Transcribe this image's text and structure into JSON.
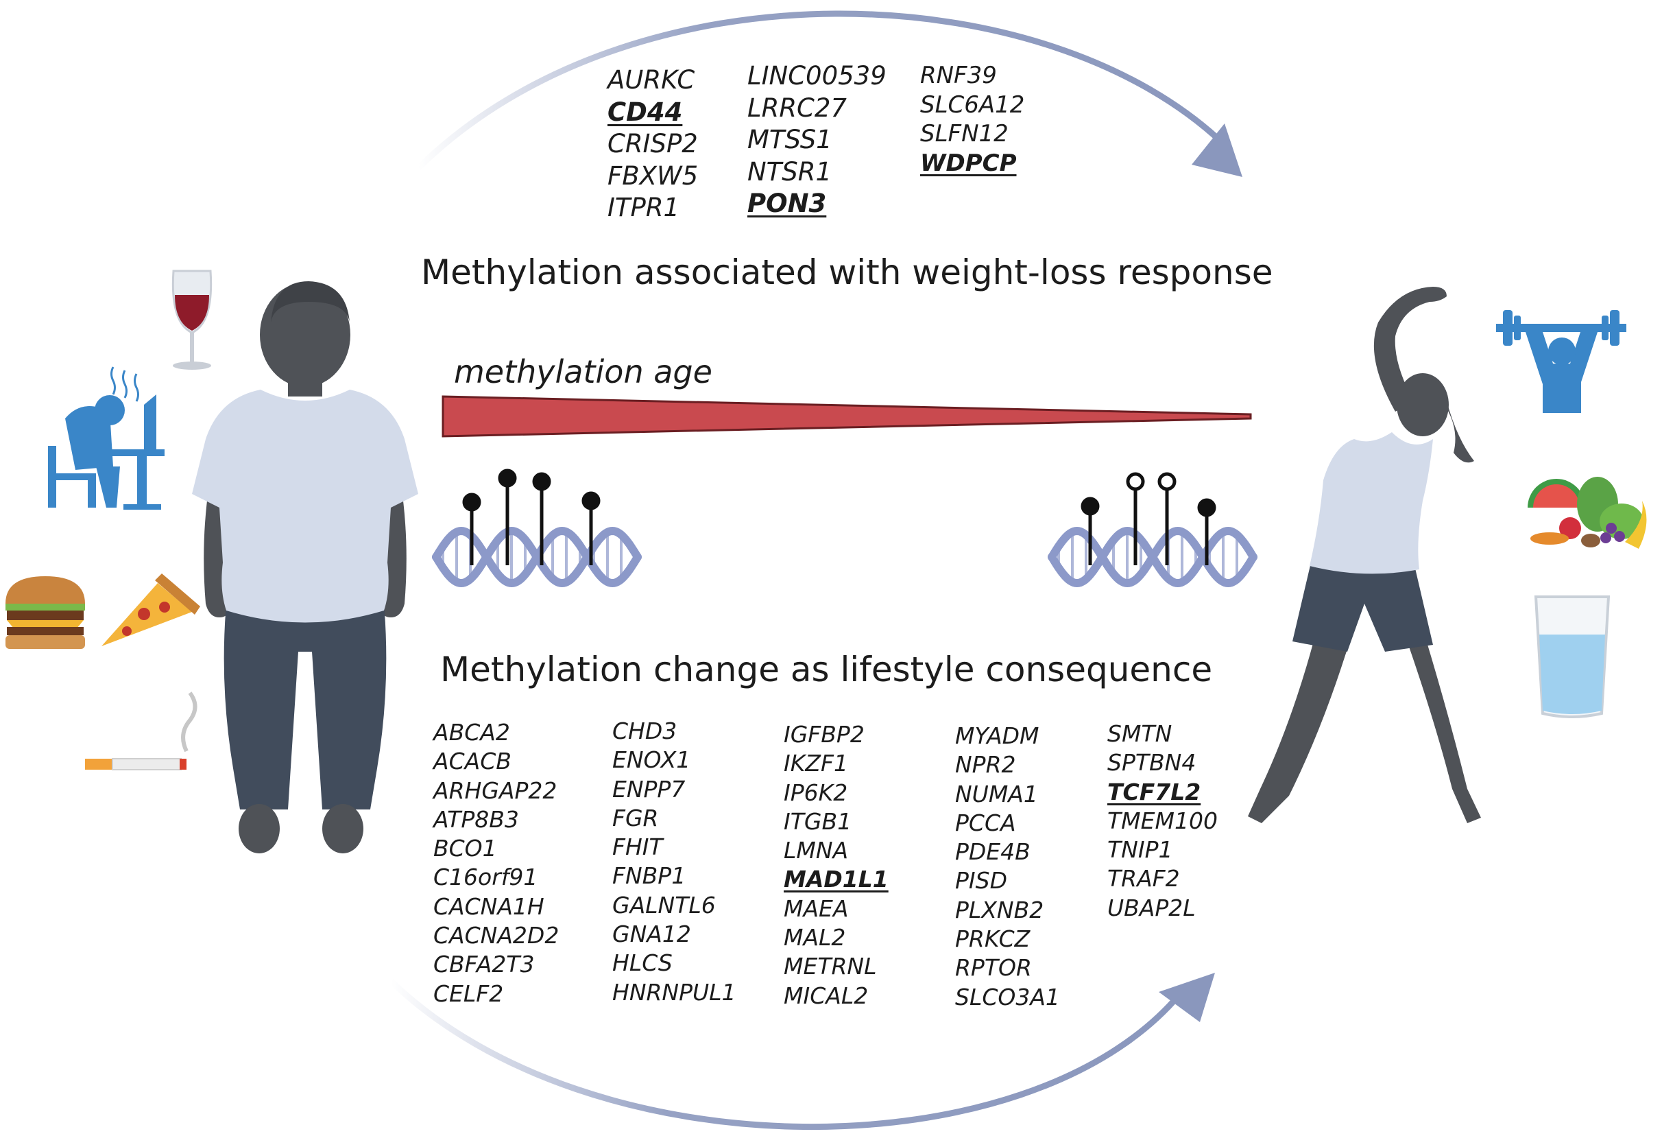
{
  "headings": {
    "weight_loss": "Methylation associated with weight-loss response",
    "lifestyle": "Methylation change as lifestyle consequence",
    "age": "methylation age"
  },
  "top_genes": [
    [
      {
        "name": "AURKC",
        "highlight": false
      },
      {
        "name": "CD44",
        "highlight": true
      },
      {
        "name": "CRISP2",
        "highlight": false
      },
      {
        "name": "FBXW5",
        "highlight": false
      },
      {
        "name": "ITPR1",
        "highlight": false
      }
    ],
    [
      {
        "name": "LINC00539",
        "highlight": false
      },
      {
        "name": "LRRC27",
        "highlight": false
      },
      {
        "name": "MTSS1",
        "highlight": false
      },
      {
        "name": "NTSR1",
        "highlight": false
      },
      {
        "name": "PON3",
        "highlight": true
      }
    ],
    [
      {
        "name": "RNF39",
        "highlight": false
      },
      {
        "name": "SLC6A12",
        "highlight": false
      },
      {
        "name": "SLFN12",
        "highlight": false
      },
      {
        "name": "WDPCP",
        "highlight": true
      }
    ]
  ],
  "bottom_genes": [
    [
      {
        "name": "ABCA2",
        "highlight": false
      },
      {
        "name": "ACACB",
        "highlight": false
      },
      {
        "name": "ARHGAP22",
        "highlight": false
      },
      {
        "name": "ATP8B3",
        "highlight": false
      },
      {
        "name": "BCO1",
        "highlight": false
      },
      {
        "name": "C16orf91",
        "highlight": false
      },
      {
        "name": "CACNA1H",
        "highlight": false
      },
      {
        "name": "CACNA2D2",
        "highlight": false
      },
      {
        "name": "CBFA2T3",
        "highlight": false
      },
      {
        "name": "CELF2",
        "highlight": false
      }
    ],
    [
      {
        "name": "CHD3",
        "highlight": false
      },
      {
        "name": "ENOX1",
        "highlight": false
      },
      {
        "name": "ENPP7",
        "highlight": false
      },
      {
        "name": "FGR",
        "highlight": false
      },
      {
        "name": "FHIT",
        "highlight": false
      },
      {
        "name": "FNBP1",
        "highlight": false
      },
      {
        "name": "GALNTL6",
        "highlight": false
      },
      {
        "name": "GNA12",
        "highlight": false
      },
      {
        "name": "HLCS",
        "highlight": false
      },
      {
        "name": "HNRNPUL1",
        "highlight": false
      }
    ],
    [
      {
        "name": "IGFBP2",
        "highlight": false
      },
      {
        "name": "IKZF1",
        "highlight": false
      },
      {
        "name": "IP6K2",
        "highlight": false
      },
      {
        "name": "ITGB1",
        "highlight": false
      },
      {
        "name": "LMNA",
        "highlight": false
      },
      {
        "name": "MAD1L1",
        "highlight": true
      },
      {
        "name": "MAEA",
        "highlight": false
      },
      {
        "name": "MAL2",
        "highlight": false
      },
      {
        "name": "METRNL",
        "highlight": false
      },
      {
        "name": "MICAL2",
        "highlight": false
      }
    ],
    [
      {
        "name": "MYADM",
        "highlight": false
      },
      {
        "name": "NPR2",
        "highlight": false
      },
      {
        "name": "NUMA1",
        "highlight": false
      },
      {
        "name": "PCCA",
        "highlight": false
      },
      {
        "name": "PDE4B",
        "highlight": false
      },
      {
        "name": "PISD",
        "highlight": false
      },
      {
        "name": "PLXNB2",
        "highlight": false
      },
      {
        "name": "PRKCZ",
        "highlight": false
      },
      {
        "name": "RPTOR",
        "highlight": false
      },
      {
        "name": "SLCO3A1",
        "highlight": false
      }
    ],
    [
      {
        "name": "SMTN",
        "highlight": false
      },
      {
        "name": "SPTBN4",
        "highlight": false
      },
      {
        "name": "TCF7L2",
        "highlight": true
      },
      {
        "name": "TMEM100",
        "highlight": false
      },
      {
        "name": "TNIP1",
        "highlight": false
      },
      {
        "name": "TRAF2",
        "highlight": false
      },
      {
        "name": "UBAP2L",
        "highlight": false
      }
    ]
  ],
  "icons": {
    "left": [
      "wine-glass-icon",
      "stressed-worker-icon",
      "burger-icon",
      "pizza-icon",
      "cigarette-icon"
    ],
    "right": [
      "weightlifting-icon",
      "fruits-vegetables-icon",
      "water-glass-icon"
    ]
  },
  "methylation": {
    "left": [
      "filled",
      "filled",
      "filled",
      "filled"
    ],
    "right": [
      "filled",
      "open",
      "open",
      "filled"
    ]
  },
  "colors": {
    "arrow": "#8a97bd",
    "wedge": "#c94a4f",
    "body": "#4f5257",
    "shirt": "#d3dbea",
    "pants": "#414c5c",
    "dna": "#8c99c9",
    "icon_blue": "#3a86c8",
    "text": "#1c1c1c"
  }
}
